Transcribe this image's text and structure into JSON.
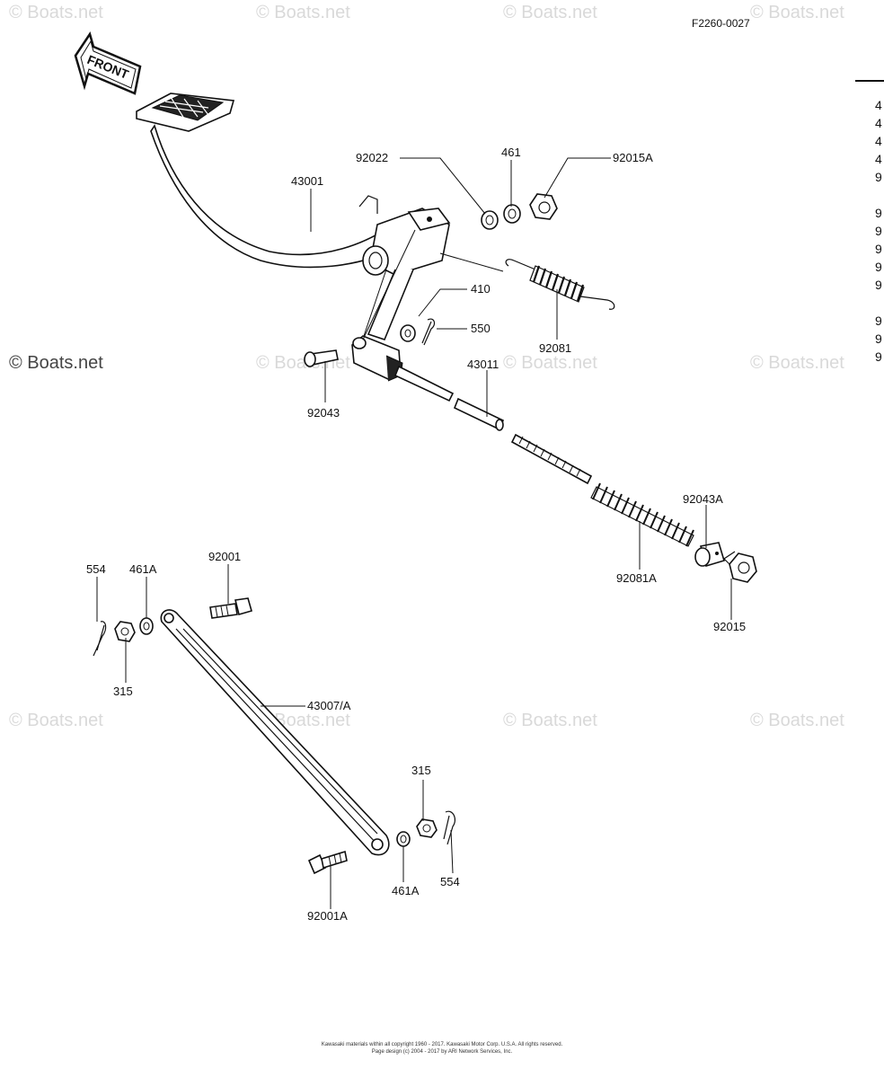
{
  "figure_id": "F2260-0027",
  "watermark": "© Boats.net",
  "watermark_prominent": "© Boats.net",
  "front_arrow_label": "FRONT",
  "callouts": {
    "p43001": "43001",
    "p92022": "92022",
    "p461": "461",
    "p92015A": "92015A",
    "p410": "410",
    "p550": "550",
    "p92081": "92081",
    "p92043": "92043",
    "p43011": "43011",
    "p92043A": "92043A",
    "p92081A": "92081A",
    "p92015": "92015",
    "p554_left": "554",
    "p461A_left": "461A",
    "p92001": "92001",
    "p315_left": "315",
    "p43007A": "43007/A",
    "p315_right": "315",
    "p461A_right": "461A",
    "p554_right": "554",
    "p92001A": "92001A"
  },
  "right_edge_fragments": [
    "4",
    "4",
    "4",
    "4",
    "9",
    "9",
    "9",
    "9",
    "9",
    "9",
    "9",
    "9",
    "9"
  ],
  "footer": {
    "line1": "Kawasaki materials within all copyright 1960 - 2017. Kawasaki Motor Corp. U.S.A. All rights reserved.",
    "line2": "Page design (c) 2004 - 2017 by ARI Network Services, Inc."
  }
}
